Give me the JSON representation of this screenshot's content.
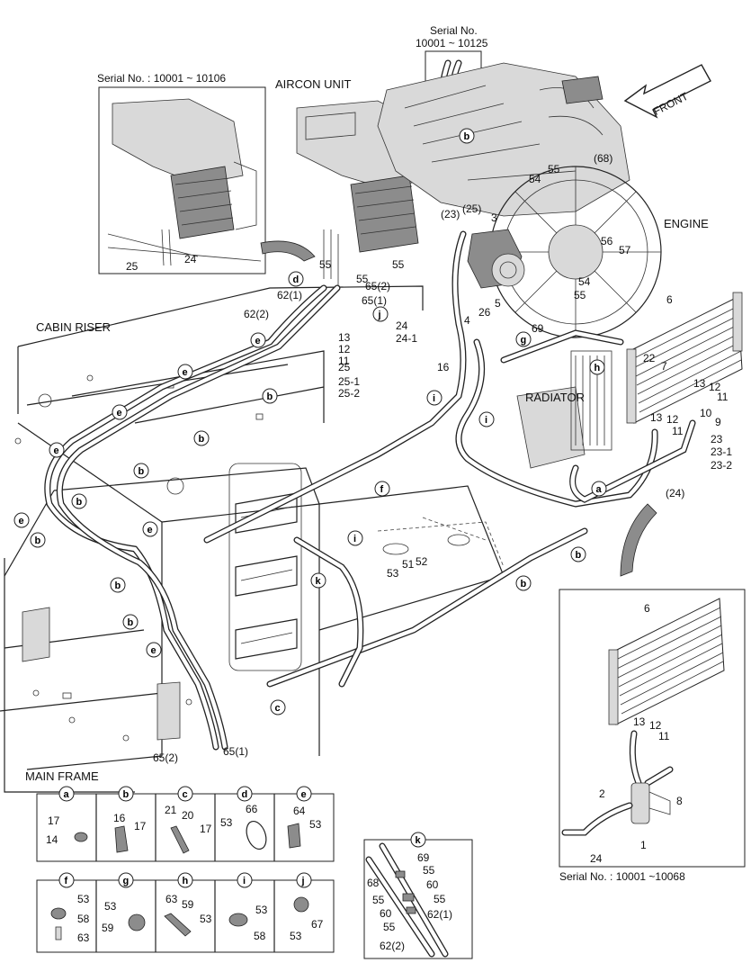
{
  "titles": {
    "aircon_unit": "AIRCON UNIT",
    "engine": "ENGINE",
    "radiator": "RADIATOR",
    "cabin_riser": "CABIN RISER",
    "main_frame": "MAIN FRAME",
    "front": "FRONT"
  },
  "serials": {
    "s1": "Serial No. : 10001 ~ 10106",
    "s2_line1": "Serial No.",
    "s2_line2": "10001 ~ 10125",
    "s3": "Serial No. : 10001 ~10068"
  },
  "detail_cells": [
    {
      "id": "a",
      "letter": "a",
      "parts": [
        "17",
        "14"
      ]
    },
    {
      "id": "b",
      "letter": "b",
      "parts": [
        "16",
        "17"
      ]
    },
    {
      "id": "c",
      "letter": "c",
      "parts": [
        "21",
        "20",
        "17"
      ]
    },
    {
      "id": "d",
      "letter": "d",
      "parts": [
        "53",
        "66"
      ]
    },
    {
      "id": "e",
      "letter": "e",
      "parts": [
        "64",
        "53"
      ]
    },
    {
      "id": "f",
      "letter": "f",
      "parts": [
        "53",
        "58",
        "63"
      ]
    },
    {
      "id": "g",
      "letter": "g",
      "parts": [
        "53",
        "59"
      ]
    },
    {
      "id": "h",
      "letter": "h",
      "parts": [
        "63",
        "59",
        "53"
      ]
    },
    {
      "id": "i",
      "letter": "i",
      "parts": [
        "53",
        "58"
      ]
    },
    {
      "id": "j",
      "letter": "j",
      "parts": [
        "67",
        "53"
      ]
    }
  ],
  "detail_k": {
    "letter": "k",
    "parts": [
      "69",
      "55",
      "68",
      "60",
      "55",
      "55",
      "60",
      "62(1)",
      "55",
      "62(2)"
    ]
  },
  "part_labels": {
    "p25_inset": "25",
    "p24_inset": "24",
    "p25_top": "25",
    "p23_top": "23",
    "p54a": "54",
    "p55a": "55",
    "p68": "(68)",
    "p23b": "(23)",
    "p25b": "(25)",
    "p3": "3",
    "p56": "56",
    "p57": "57",
    "p54b": "54",
    "p55b": "55",
    "p5": "5",
    "p26": "26",
    "p4": "4",
    "p6": "6",
    "p69": "69",
    "p16": "16",
    "p22": "22",
    "p7": "7",
    "p13a": "13",
    "p12a": "12",
    "p11a": "11",
    "p10": "10",
    "p13b": "13",
    "p12b": "12",
    "p9": "9",
    "p11b": "11",
    "p23c": "23",
    "p23_1": "23-1",
    "p23_2": "23-2",
    "p24c": "(24)",
    "p55c": "55",
    "p55d": "55",
    "p55e": "55",
    "p65_2a": "65(2)",
    "p62_1": "62(1)",
    "p65_1a": "65(1)",
    "p62_2": "62(2)",
    "p24d": "24",
    "p24_1": "24-1",
    "p13c": "13",
    "p12c": "12",
    "p11c": "11",
    "p25c": "25",
    "p25_1": "25-1",
    "p25_2": "25-2",
    "p53": "53",
    "p51": "51",
    "p52": "52",
    "p65_2b": "65(2)",
    "p65_1b": "65(1)",
    "p6b": "6",
    "p13d": "13",
    "p12d": "12",
    "p11d": "11",
    "p2": "2",
    "p8": "8",
    "p1": "1",
    "p24e": "24"
  },
  "callouts": {
    "d": "d",
    "j": "j",
    "e": "e",
    "b": "b",
    "g": "g",
    "h": "h",
    "i": "i",
    "f": "f",
    "a": "a",
    "k": "k",
    "c": "c"
  }
}
